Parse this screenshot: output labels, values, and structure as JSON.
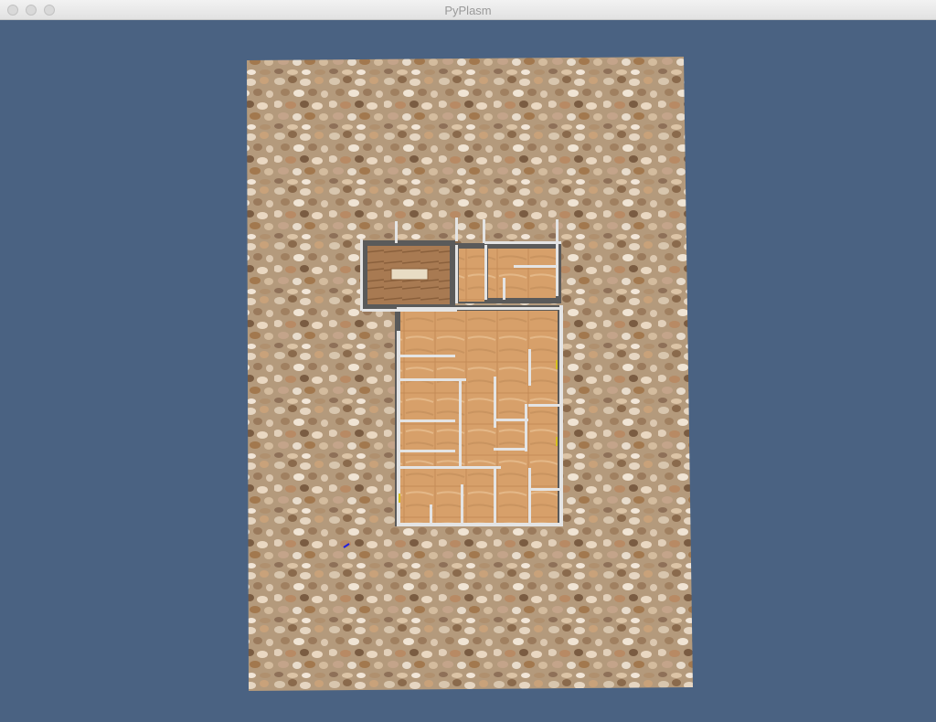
{
  "window": {
    "title": "PyPlasm",
    "buttons": [
      "close",
      "minimize",
      "zoom"
    ]
  },
  "viewport": {
    "background_color": "#4a6282",
    "ground_texture": "gravel",
    "floor_texture": "wood",
    "wall_color": "#e4e4e4",
    "wall_shadow_color": "#5a5a5a"
  }
}
